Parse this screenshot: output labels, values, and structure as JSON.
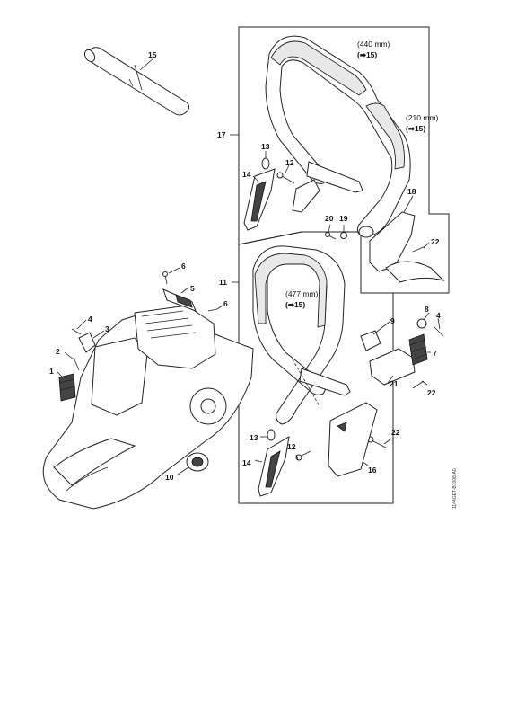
{
  "callouts": {
    "c1": "1",
    "c2": "2",
    "c3": "3",
    "c4a": "4",
    "c4b": "4",
    "c5": "5",
    "c6a": "6",
    "c6b": "6",
    "c7": "7",
    "c8": "8",
    "c9": "9",
    "c10": "10",
    "c11": "11",
    "c12a": "12",
    "c12b": "12",
    "c13a": "13",
    "c13b": "13",
    "c14a": "14",
    "c14b": "14",
    "c15": "15",
    "c16": "16",
    "c17": "17",
    "c18": "18",
    "c19": "19",
    "c20": "20",
    "c21": "21",
    "c22a": "22",
    "c22b": "22",
    "c22c": "22"
  },
  "notes": {
    "n440_len": "(440 mm)",
    "n440_ref": "(➡15)",
    "n210_len": "(210 mm)",
    "n210_ref": "(➡15)",
    "n477_len": "(477 mm)",
    "n477_ref": "(➡15)"
  },
  "drawing_code": "1144GET-B1008-A0"
}
